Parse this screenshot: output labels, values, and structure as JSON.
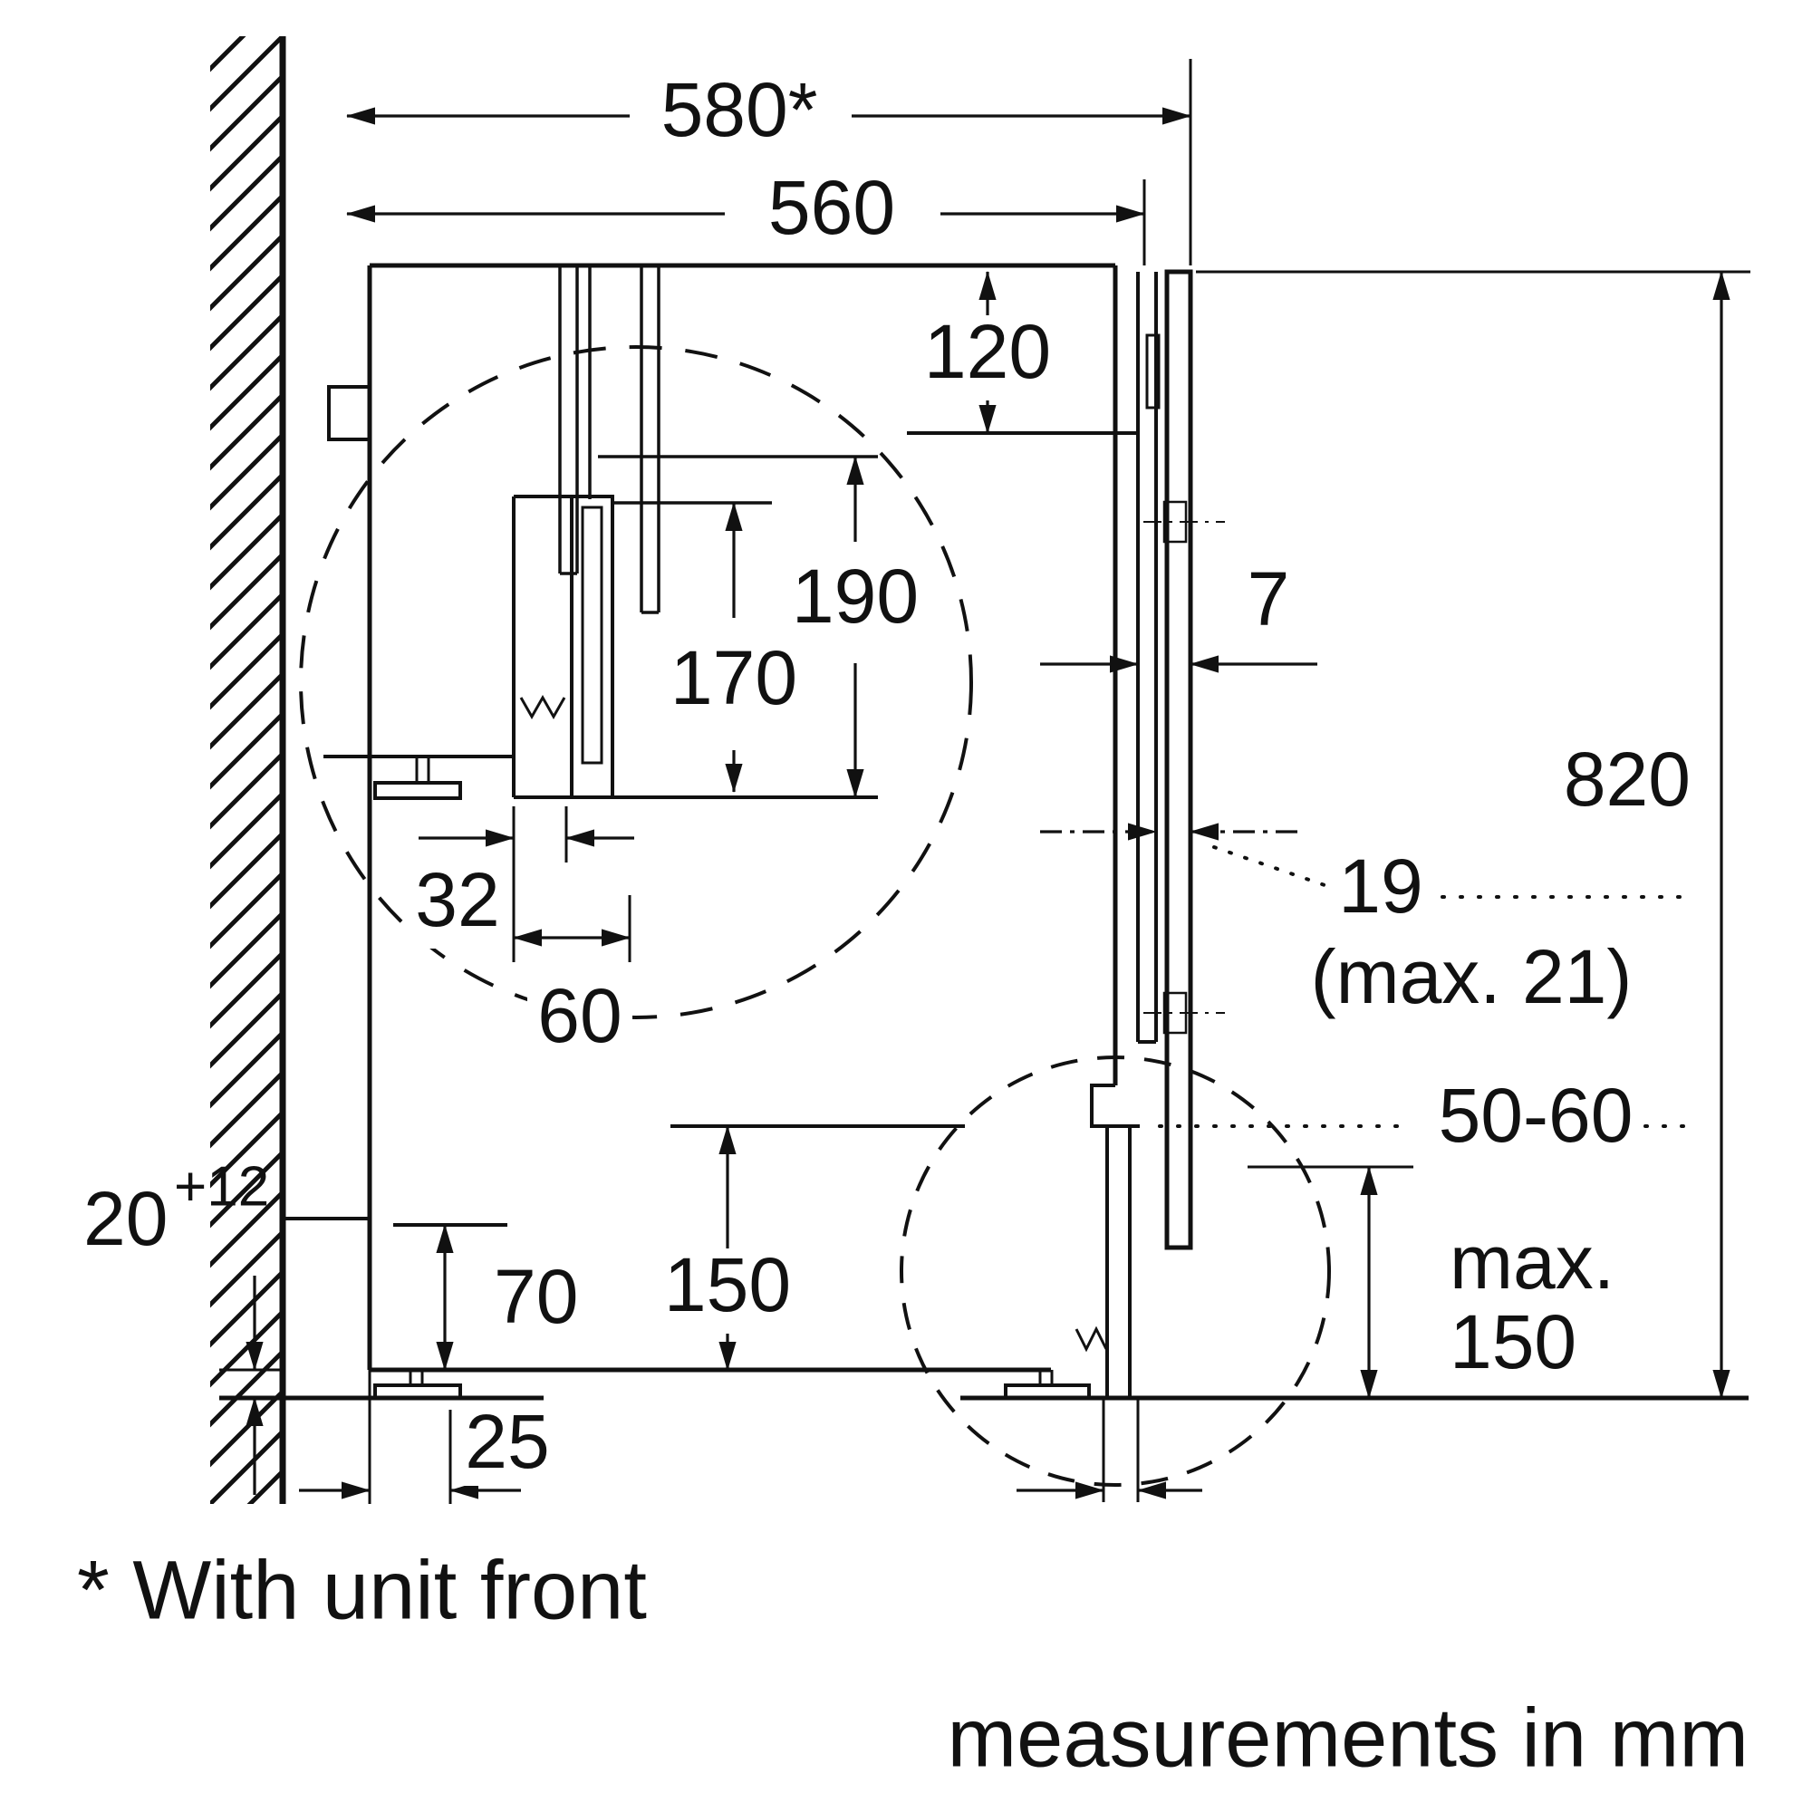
{
  "diagram": {
    "dimensions": {
      "width_with_front": "580*",
      "niche_width": "560",
      "top_rear_clearance": "120",
      "hose_loop_height": "190",
      "hose_channel_height": "170",
      "front_gap": "7",
      "niche_height": "820",
      "hose_offset": "32",
      "hose_channel_width": "60",
      "door_gap": "19",
      "door_gap_max": "(max. 21)",
      "plinth_recess": "50-60",
      "base_clearance": "20",
      "base_clearance_tolerance": "+12",
      "foot_height": "70",
      "base_height": "150",
      "plinth_max_label": "max.",
      "plinth_max_value": "150",
      "rear_bottom_clearance": "25"
    },
    "notes": {
      "footnote": "* With unit front",
      "units": "measurements in mm"
    },
    "colors": {
      "line": "#111111",
      "background": "#ffffff"
    }
  }
}
